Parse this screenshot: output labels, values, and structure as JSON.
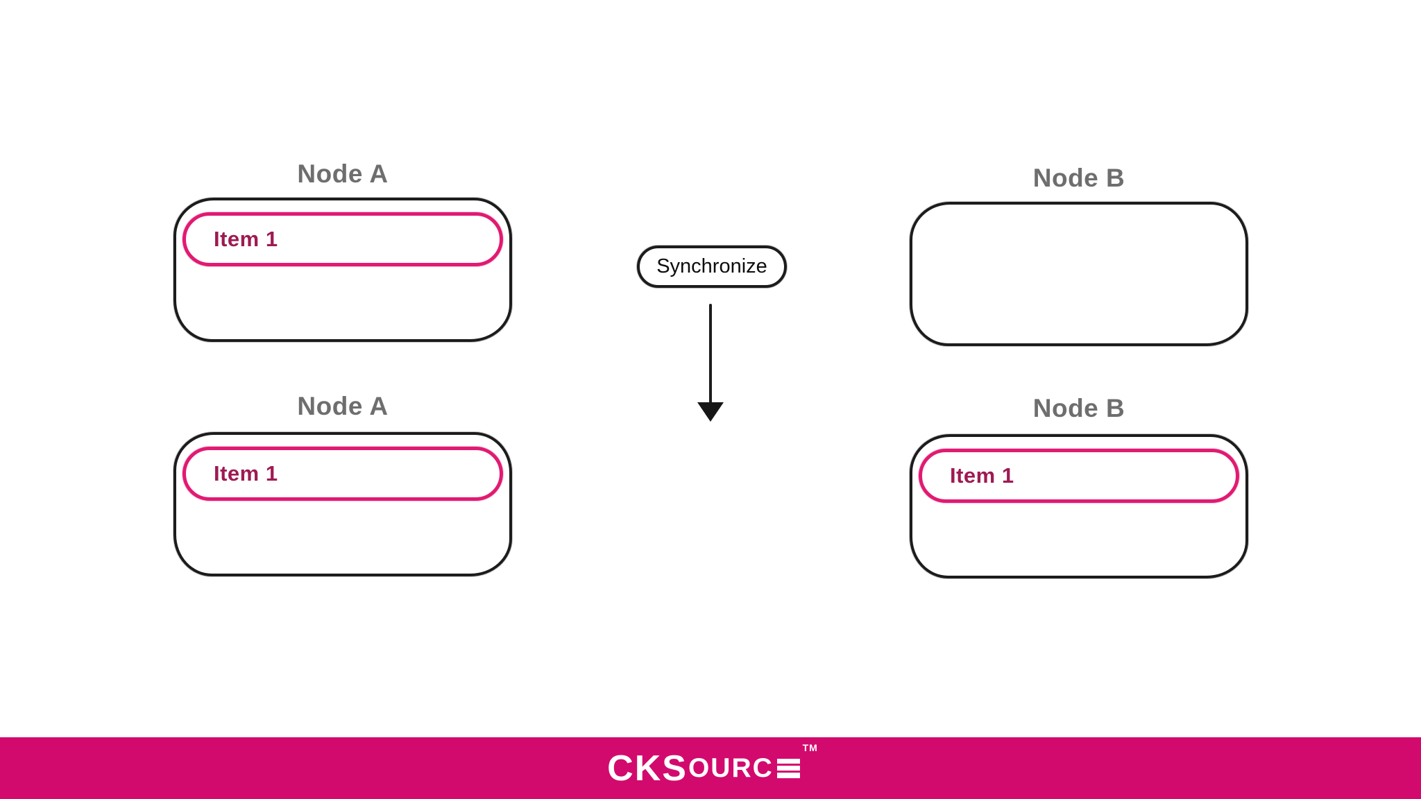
{
  "background_color": "#ffffff",
  "colors": {
    "node_border": "#1c1c1c",
    "node_label_gray": "#6e6e6e",
    "item_pill_border": "#e11a72",
    "item_pill_text": "#9e1a52",
    "sync_border": "#1c1c1c",
    "arrow": "#161616",
    "footer_background": "#d30a6e",
    "logo_text": "#ffffff"
  },
  "diagram": {
    "before": {
      "node_a": {
        "label": "Node A",
        "item": "Item 1"
      },
      "node_b": {
        "label": "Node B"
      }
    },
    "action": {
      "label": "Synchronize",
      "arrow_icon": "down-arrow-icon"
    },
    "after": {
      "node_a": {
        "label": "Node A",
        "item": "Item 1"
      },
      "node_b": {
        "label": "Node B",
        "item": "Item 1"
      }
    }
  },
  "footer": {
    "brand_big": "CKS",
    "brand_small": "OURC",
    "logo_e_icon": "three-horizontal-bars-e",
    "trademark": "TM"
  }
}
